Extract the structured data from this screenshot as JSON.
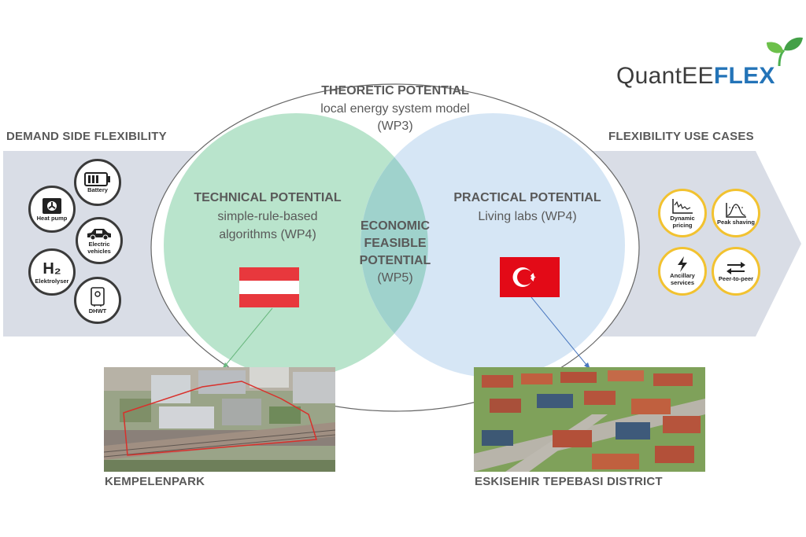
{
  "logo": {
    "text_regular": "QuantEE",
    "text_bold": "FLEX",
    "leaf_color": "#4caf50",
    "bold_color": "#2474b8"
  },
  "left_section": {
    "title": "DEMAND SIDE FLEXIBILITY"
  },
  "right_section": {
    "title": "FLEXIBILITY USE CASES"
  },
  "outer_ellipse": {
    "title": "THEORETIC POTENTIAL",
    "line1": "local energy system model",
    "line2": "(WP3)"
  },
  "technical": {
    "title": "TECHNICAL POTENTIAL",
    "line1": "simple-rule-based",
    "line2": "algorithms (WP4)",
    "color": "#b5e3c9"
  },
  "practical": {
    "title": "PRACTICAL POTENTIAL",
    "line1": "Living labs (WP4)",
    "color": "#cfe2f3"
  },
  "economic": {
    "line1": "ECONOMIC",
    "line2": "FEASIBLE",
    "line3": "POTENTIAL",
    "line4": "(WP5)",
    "color": "#9fd2cc"
  },
  "demand_icons": [
    {
      "icon": "battery-icon",
      "label": "Battery"
    },
    {
      "icon": "heat-pump-icon",
      "label": "Heat pump"
    },
    {
      "icon": "car-icon",
      "label": "Electric vehicles"
    },
    {
      "icon": "h2-icon",
      "symbol": "H₂",
      "label": "Elektrolyser"
    },
    {
      "icon": "boiler-icon",
      "label": "DHWT"
    }
  ],
  "use_case_icons": [
    {
      "icon": "dynamic-pricing-icon",
      "label": "Dynamic pricing"
    },
    {
      "icon": "peak-shaving-icon",
      "label": "Peak shaving"
    },
    {
      "icon": "lightning-icon",
      "label": "Ancillary services"
    },
    {
      "icon": "arrows-icon",
      "label": "Peer-to-peer"
    }
  ],
  "sites": [
    {
      "label": "KEMPELENPARK",
      "flag": "austria-flag"
    },
    {
      "label": "ESKISEHIR TEPEBASI DISTRICT",
      "flag": "turkey-flag"
    }
  ],
  "colors": {
    "arrow_band": "#d9dde6",
    "austria_red": "#e8383d",
    "turkey_red": "#e30a17",
    "gold": "#f2c230"
  }
}
